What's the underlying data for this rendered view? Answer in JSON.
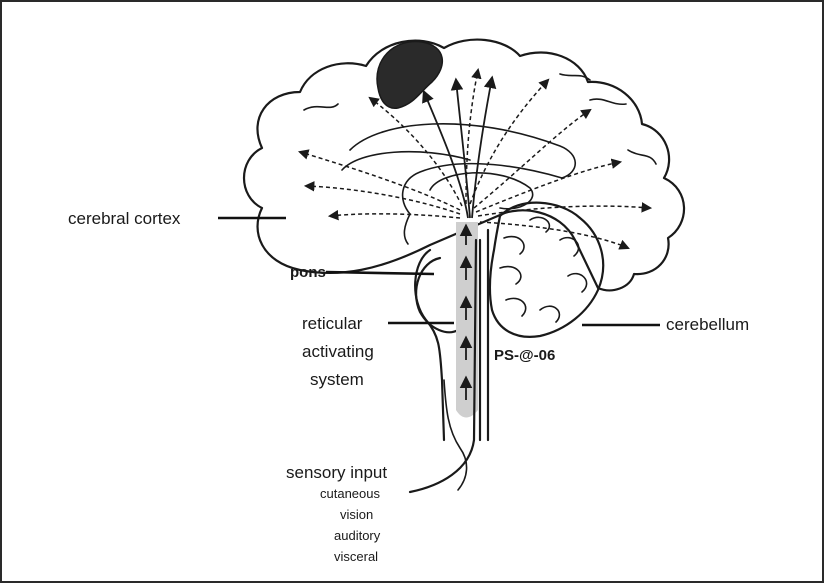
{
  "labels": {
    "cerebral_cortex": "cerebral cortex",
    "pons": "pons",
    "reticular_line1": "reticular",
    "reticular_line2": "activating",
    "reticular_line3": "system",
    "cerebellum": "cerebellum",
    "watermark": "PS-@-06",
    "sensory_title": "sensory input",
    "sensory_items": [
      "cutaneous",
      "vision",
      "auditory",
      "visceral"
    ]
  }
}
